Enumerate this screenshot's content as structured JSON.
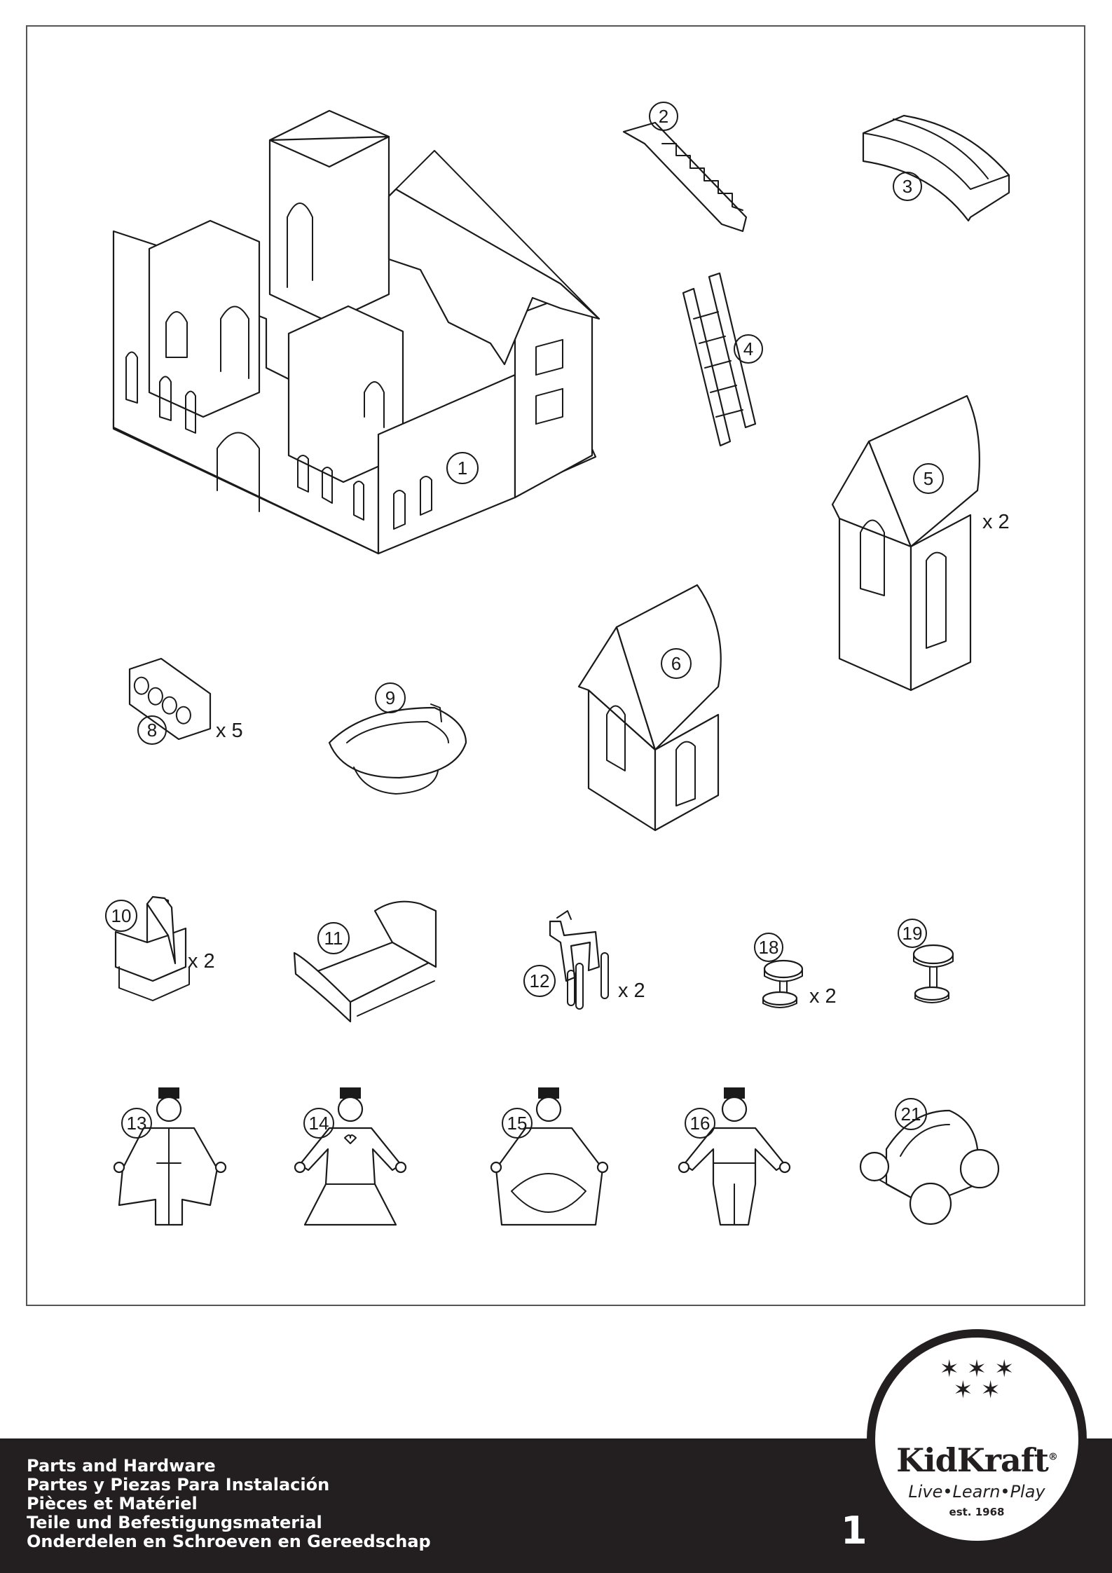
{
  "parts": {
    "p1": {
      "num": "1"
    },
    "p2": {
      "num": "2"
    },
    "p3": {
      "num": "3"
    },
    "p4": {
      "num": "4"
    },
    "p5": {
      "num": "5",
      "qty": "x 2"
    },
    "p6": {
      "num": "6"
    },
    "p8": {
      "num": "8",
      "qty": "x 5"
    },
    "p9": {
      "num": "9"
    },
    "p10": {
      "num": "10",
      "qty": "x 2"
    },
    "p11": {
      "num": "11"
    },
    "p12": {
      "num": "12",
      "qty": "x 2"
    },
    "p18": {
      "num": "18",
      "qty": "x 2"
    },
    "p19": {
      "num": "19"
    },
    "p13": {
      "num": "13"
    },
    "p14": {
      "num": "14"
    },
    "p15": {
      "num": "15"
    },
    "p16": {
      "num": "16"
    },
    "p21": {
      "num": "21"
    }
  },
  "footer": {
    "titles": [
      "Parts and Hardware",
      "Partes y Piezas Para Instalación",
      "Pièces et Matériel",
      "Teile und Befestigungsmaterial",
      "Onderdelen en Schroeven en Gereedschap"
    ],
    "page_number": "1"
  },
  "logo": {
    "brand": "KidKraft",
    "registered": "®",
    "tagline": "Live•Learn•Play",
    "est": "est. 1968"
  }
}
